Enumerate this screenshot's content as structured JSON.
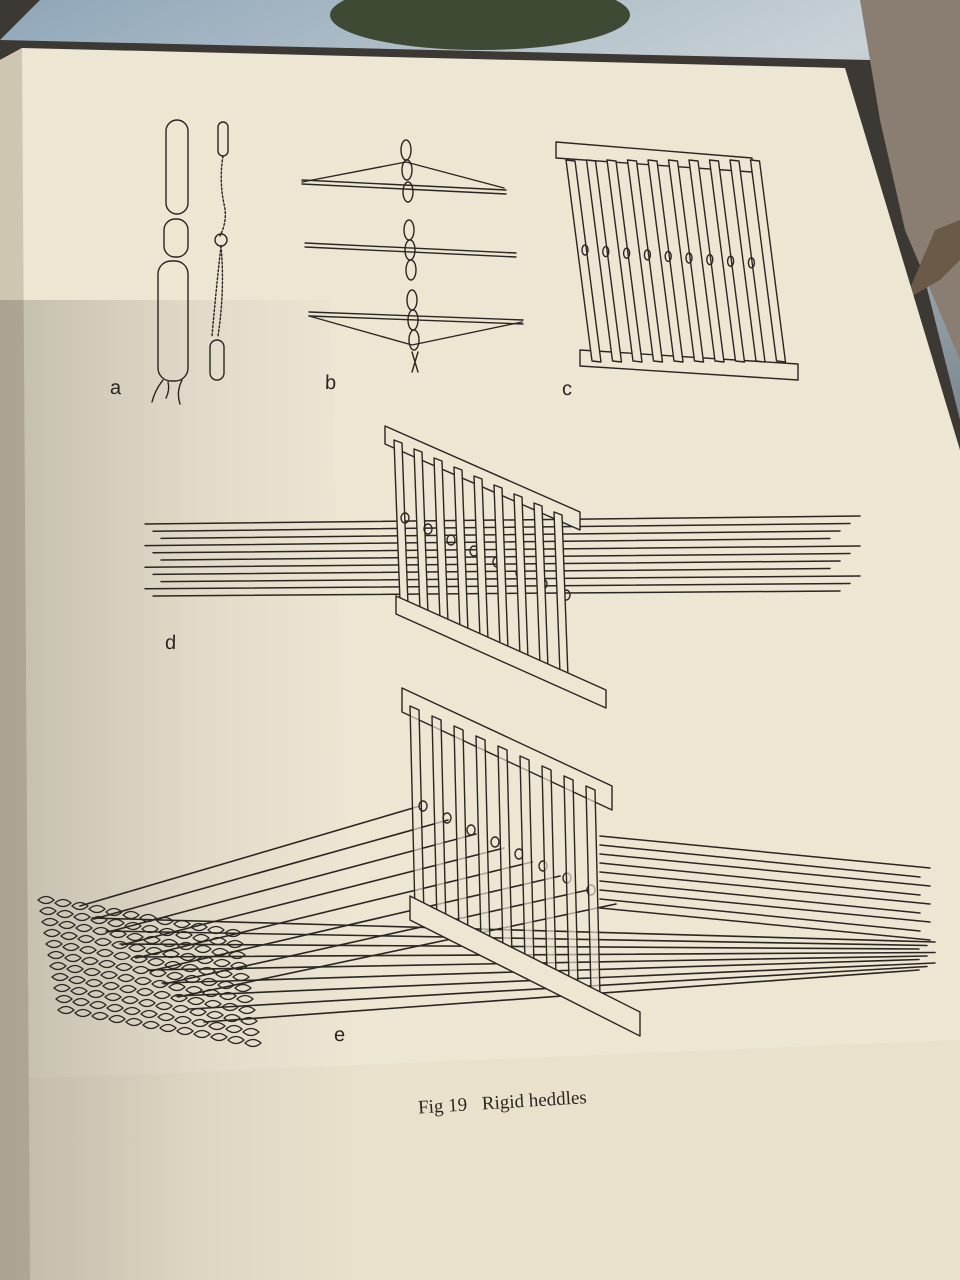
{
  "figure": {
    "number": "Fig 19",
    "title": "Rigid heddles",
    "panels": [
      "a",
      "b",
      "c",
      "d",
      "e"
    ]
  },
  "colors": {
    "paper": "#ede6d3",
    "ink": "#2a2622",
    "backdrop": "#3a3530"
  }
}
